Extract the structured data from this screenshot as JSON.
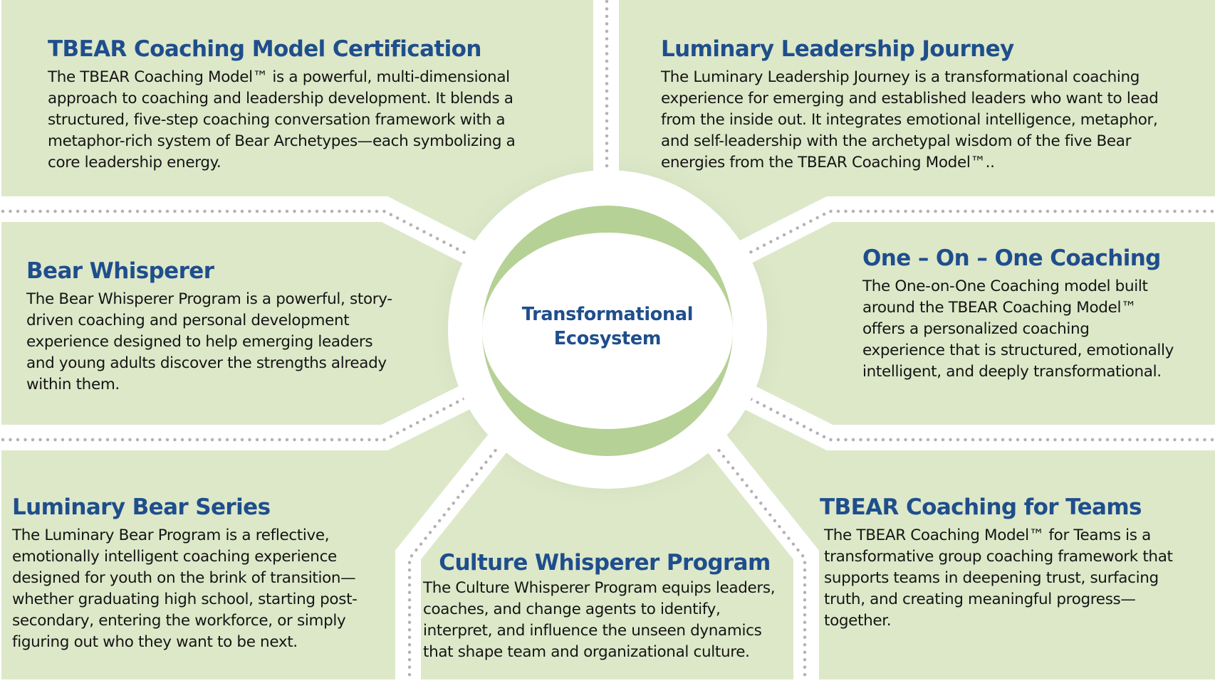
{
  "colors": {
    "panel_bg": "#dde8c9",
    "heading": "#1f4e8c",
    "body_text": "#141414",
    "connector": "#ffffff",
    "connector_dots": "#b0b0b0",
    "ring_green": "#b5d195"
  },
  "center": {
    "line1": "Transformational",
    "line2": "Ecosystem"
  },
  "panels": [
    {
      "id": "tbear-certification",
      "title": "TBEAR Coaching Model Certification",
      "lines": [
        "The TBEAR Coaching Model™ is a powerful, multi-dimensional",
        "approach to coaching and leadership development. It blends a",
        "structured, five-step coaching conversation framework with a",
        "metaphor-rich system of Bear Archetypes—each symbolizing a",
        "core leadership energy."
      ]
    },
    {
      "id": "luminary-leadership-journey",
      "title": "Luminary Leadership Journey",
      "lines": [
        "The Luminary Leadership Journey is a transformational coaching",
        "experience for emerging and established leaders who want to lead",
        "from the inside out. It integrates emotional intelligence, metaphor,",
        "and self-leadership with the archetypal wisdom of the five Bear",
        "energies from the TBEAR Coaching Model™.."
      ]
    },
    {
      "id": "bear-whisperer",
      "title": "Bear Whisperer",
      "lines": [
        "The Bear Whisperer Program is a powerful, story-",
        "driven coaching and personal development",
        "experience designed to help emerging leaders",
        "and young adults discover the strengths already",
        "within them."
      ]
    },
    {
      "id": "one-on-one-coaching",
      "title": "One – On – One Coaching",
      "lines": [
        "The One-on-One Coaching model built",
        "around the TBEAR Coaching Model™",
        "offers a personalized coaching",
        "experience that is structured, emotionally",
        "intelligent, and deeply transformational."
      ]
    },
    {
      "id": "luminary-bear-series",
      "title": "Luminary Bear Series",
      "lines": [
        "The Luminary Bear Program is a reflective,",
        "emotionally intelligent coaching experience",
        "designed for youth on the brink of transition—",
        "whether graduating high school, starting post-",
        "secondary, entering the workforce, or simply",
        "figuring out who they want to be next."
      ]
    },
    {
      "id": "culture-whisperer-program",
      "title": "Culture Whisperer Program",
      "lines": [
        "The Culture Whisperer Program equips leaders,",
        "coaches, and change agents to identify,",
        "interpret, and influence the unseen dynamics",
        "that shape team and organizational culture."
      ]
    },
    {
      "id": "tbear-coaching-for-teams",
      "title": "TBEAR Coaching for Teams",
      "lines": [
        "The TBEAR Coaching Model™ for Teams is a",
        "transformative group coaching framework that",
        "supports teams in deepening trust, surfacing",
        "truth, and creating meaningful progress—",
        "together."
      ]
    }
  ]
}
